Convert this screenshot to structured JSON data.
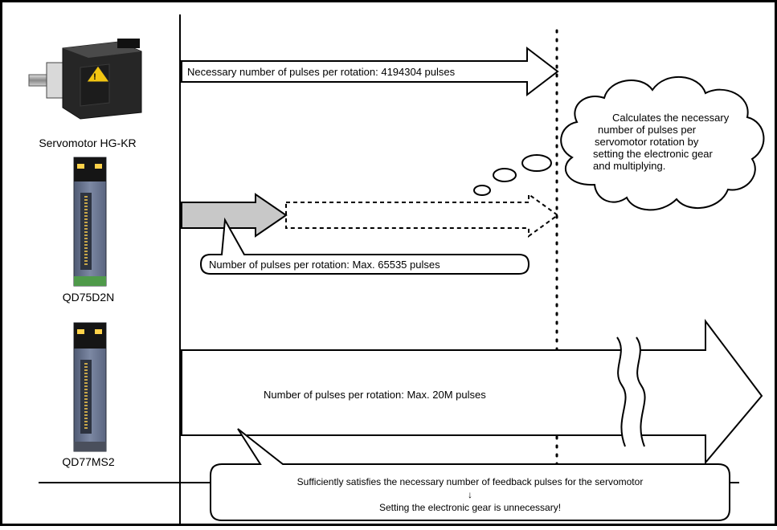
{
  "devices": {
    "servomotor_label": "Servomotor HG-KR",
    "module1_label": "QD75D2N",
    "module2_label": "QD77MS2"
  },
  "arrows": {
    "servo_required": "Necessary number of pulses per rotation: 4194304 pulses",
    "qd75_max": "Number of pulses per rotation: Max. 65535 pulses",
    "qd77_max": "Number of pulses per rotation: Max. 20M pulses"
  },
  "thought_bubble": {
    "lines": [
      "Calculates the necessary",
      "number of pulses per",
      "servomotor rotation by",
      "setting the electronic gear",
      "and multiplying."
    ]
  },
  "conclusion": {
    "line1": "Sufficiently satisfies the necessary number of feedback pulses for the servomotor",
    "arrow": "↓",
    "line2": "Setting the electronic gear is unnecessary!"
  },
  "colors": {
    "module_body": "#6b7690",
    "module_dark": "#1a1a1a",
    "module_connector": "#c7a64a",
    "arrow_fill_gray": "#c8c8c8",
    "motor_body": "#2a2a2a",
    "warning_label": "#f2c511"
  }
}
